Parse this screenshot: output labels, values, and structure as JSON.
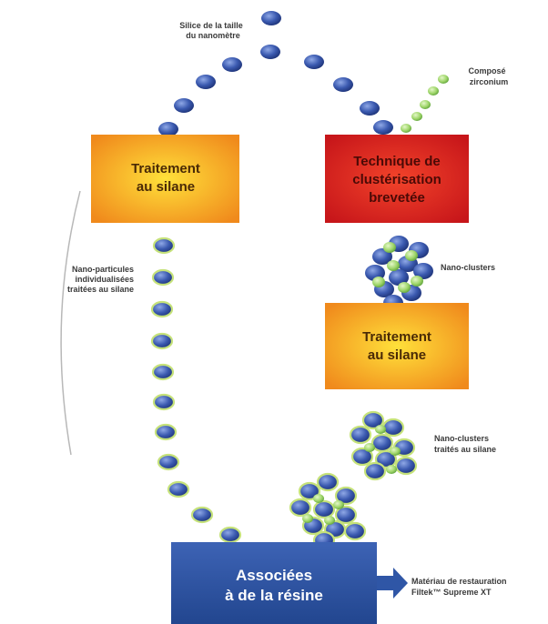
{
  "labels": {
    "silica_line1": "Silice de la taille",
    "silica_line2": "du nanomètre",
    "zirconium_line1": "Composé",
    "zirconium_line2": "zirconium",
    "nanoparticles_line1": "Nano-particules",
    "nanoparticles_line2": "individualisées",
    "nanoparticles_line3": "traitées au silane",
    "nanoclusters": "Nano-clusters",
    "treated_clusters_line1": "Nano-clusters",
    "treated_clusters_line2": "traités au silane",
    "material_line1": "Matériau de restauration",
    "material_line2": "Filtek™ Supreme XT"
  },
  "boxes": {
    "silane_left_line1": "Traitement",
    "silane_left_line2": "au silane",
    "cluster_line1": "Technique de",
    "cluster_line2": "clustérisation",
    "cluster_line3": "brevetée",
    "silane_right_line1": "Traitement",
    "silane_right_line2": "au silane",
    "resin_line1": "Associées",
    "resin_line2": "à de la résine"
  },
  "colors": {
    "silica_particle": "#3b5ab0",
    "zirconium_particle": "#9fd66a",
    "orange_box": "#f6a821",
    "red_box": "#e52a1e",
    "blue_box": "#2f56a6"
  }
}
